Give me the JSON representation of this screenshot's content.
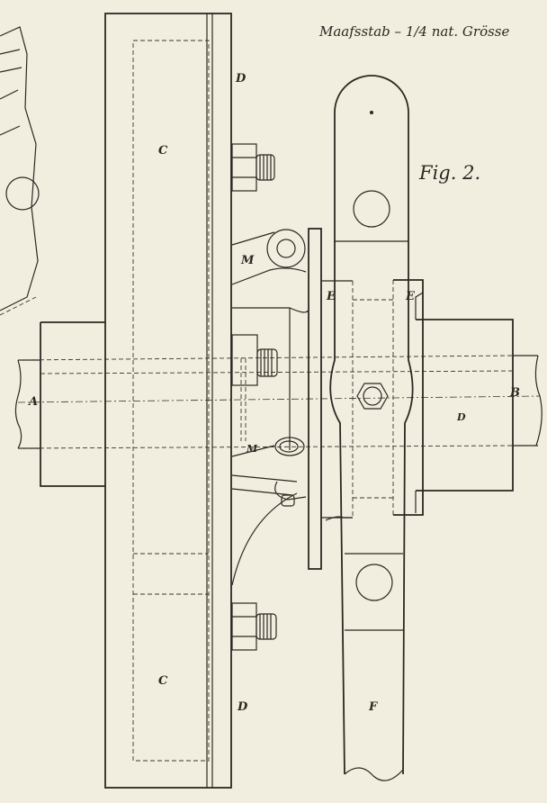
{
  "title": {
    "scale_label": "Maafsstab –",
    "fraction": "1/4",
    "scale_suffix": "nat. Grösse"
  },
  "figure_label": "Fig. 2.",
  "labels": {
    "C_top": "C",
    "C_bottom": "C",
    "D_top": "D",
    "D_bottom": "D",
    "D_shaft": "D",
    "M_top": "M",
    "M_bottom": "M",
    "E_left": "E",
    "E_right": "E",
    "A": "A",
    "B": "B",
    "F": "F"
  },
  "colors": {
    "paper": "#f1eedf",
    "ink": "#2b2822"
  }
}
